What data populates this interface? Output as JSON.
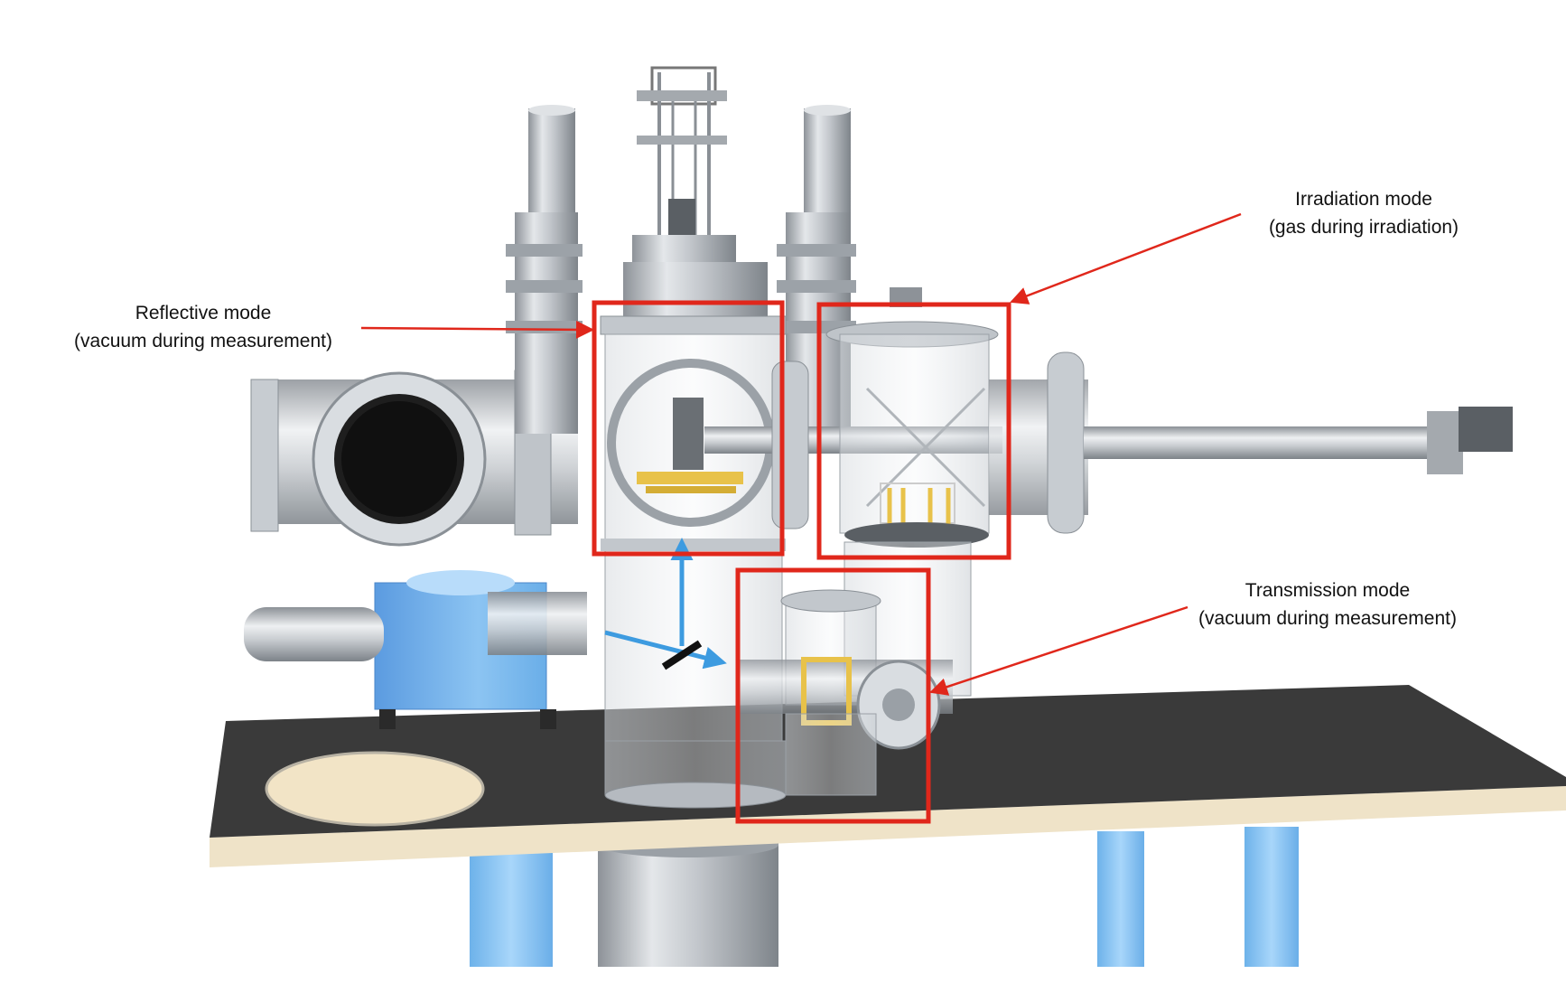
{
  "figure": {
    "annotations": [
      {
        "id": "reflective",
        "line1": "Reflective mode",
        "line2": "(vacuum during measurement)",
        "box_color": "#e0271b"
      },
      {
        "id": "irradiation",
        "line1": "Irradiation mode",
        "line2": "(gas during irradiation)",
        "box_color": "#e0271b"
      },
      {
        "id": "transmission",
        "line1": "Transmission mode",
        "line2": "(vacuum during measurement)",
        "box_color": "#e0271b"
      }
    ],
    "colors": {
      "highlight_box": "#e0271b",
      "beam_arrow": "#3d9be0",
      "light_source_housing": "#7ab8ea",
      "table_top": "#3a3a3a",
      "table_edge": "#efe3c8",
      "table_legs": "#86c4f2",
      "stainless_steel": "#b9bec3",
      "sample_holder_gold": "#e8c24a"
    }
  }
}
